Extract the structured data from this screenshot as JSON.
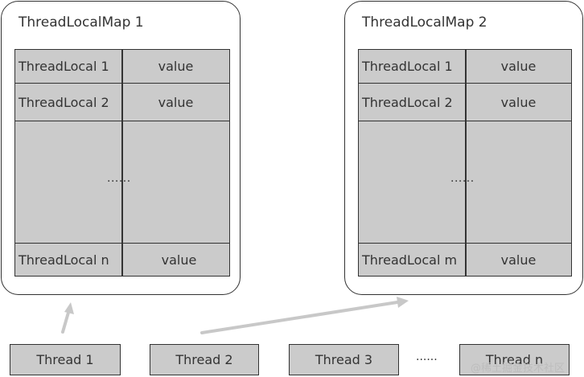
{
  "maps": [
    {
      "title": "ThreadLocalMap 1",
      "rows": [
        {
          "key": "ThreadLocal 1",
          "value": "value"
        },
        {
          "key": "ThreadLocal 2",
          "value": "value"
        },
        {
          "key": "ThreadLocal n",
          "value": "value"
        }
      ],
      "ellipsis": "......"
    },
    {
      "title": "ThreadLocalMap 2",
      "rows": [
        {
          "key": "ThreadLocal 1",
          "value": "value"
        },
        {
          "key": "ThreadLocal 2",
          "value": "value"
        },
        {
          "key": "ThreadLocal m",
          "value": "value"
        }
      ],
      "ellipsis": "......"
    }
  ],
  "threads": [
    {
      "label": "Thread 1"
    },
    {
      "label": "Thread 2"
    },
    {
      "label": "Thread 3"
    },
    {
      "label": "Thread n"
    }
  ],
  "threads_ellipsis": "......",
  "watermark": "@稀土掘金技术社区",
  "colors": {
    "cell_fill": "#cbcbcb",
    "border": "#333333",
    "arrow": "#c8c8c8"
  }
}
